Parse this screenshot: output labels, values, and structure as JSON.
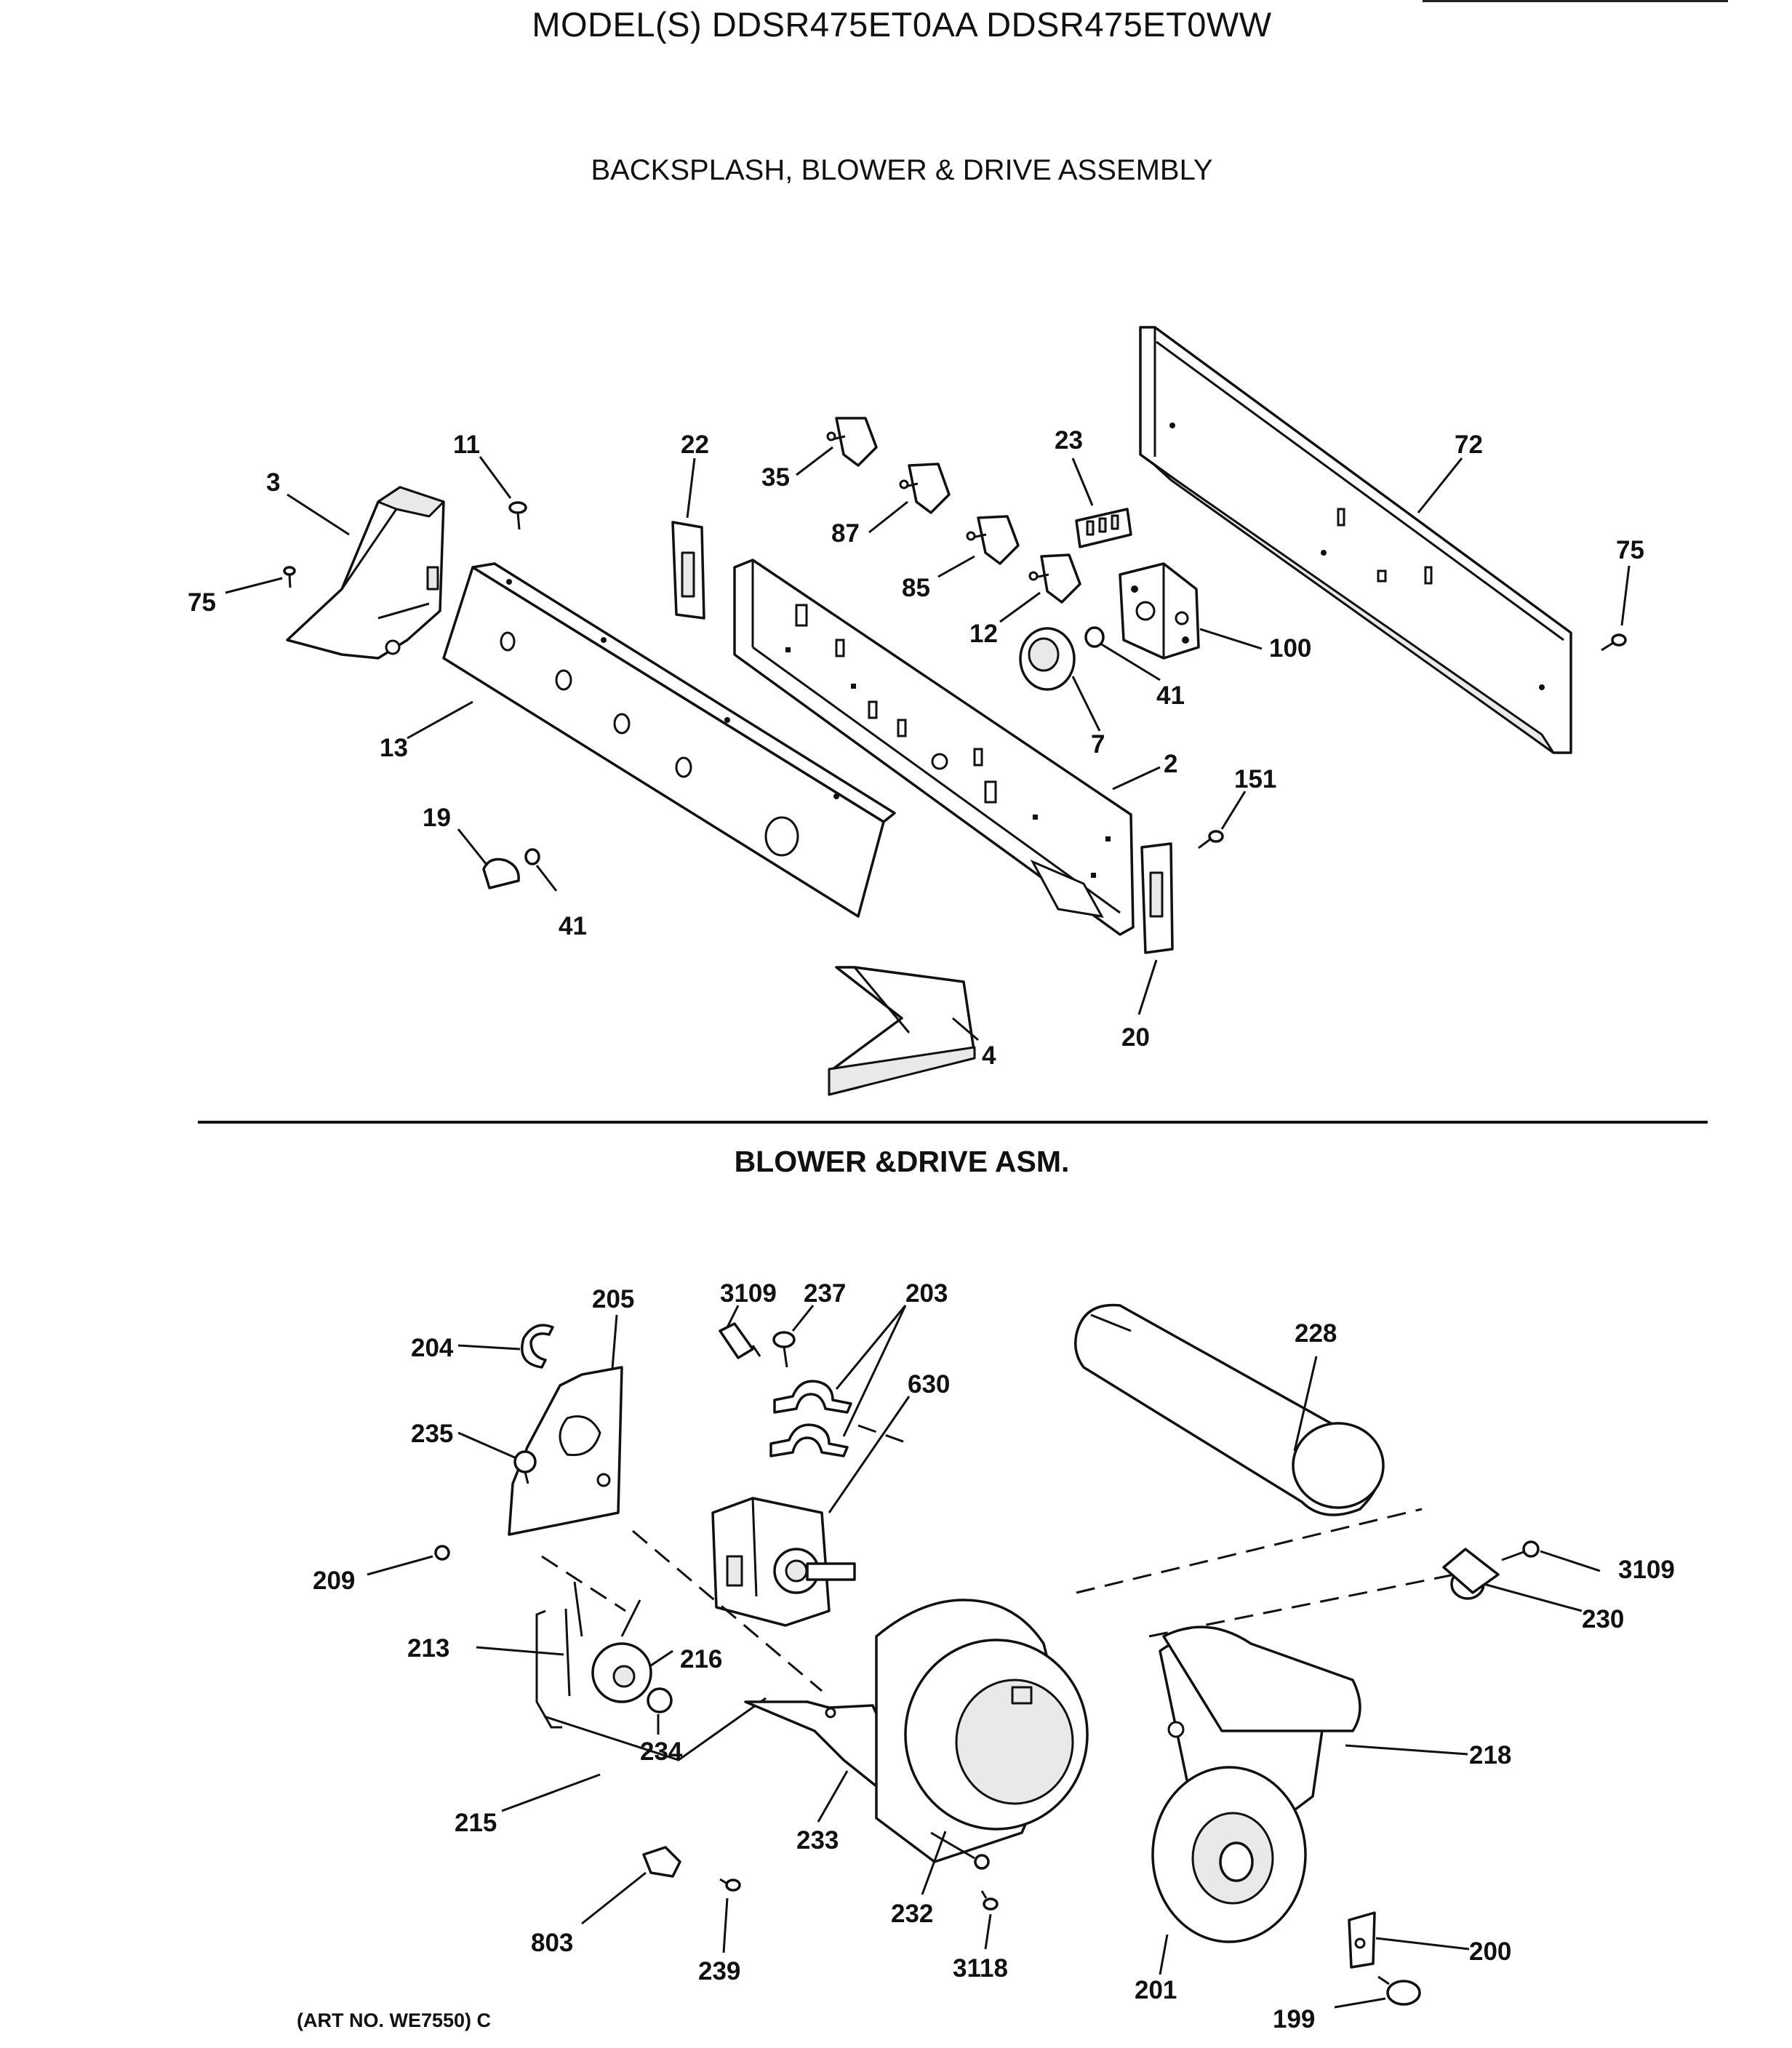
{
  "header": {
    "model_title": "MODEL(S) DDSR475ET0AA  DDSR475ET0WW",
    "section1_title": "BACKSPLASH, BLOWER & DRIVE ASSEMBLY",
    "section2_title": "BLOWER &DRIVE ASM."
  },
  "backsplash_callouts": [
    "11",
    "22",
    "35",
    "87",
    "85",
    "12",
    "23",
    "72",
    "75",
    "3",
    "75",
    "100",
    "41",
    "7",
    "13",
    "2",
    "151",
    "19",
    "41",
    "4",
    "20"
  ],
  "blower_callouts": [
    "205",
    "204",
    "235",
    "209",
    "3109",
    "237",
    "203",
    "630",
    "228",
    "3109",
    "230",
    "213",
    "216",
    "234",
    "215",
    "218",
    "233",
    "232",
    "201",
    "200",
    "199",
    "803",
    "239",
    "3118"
  ],
  "footer": {
    "art_no": "(ART NO. WE7550) C"
  }
}
